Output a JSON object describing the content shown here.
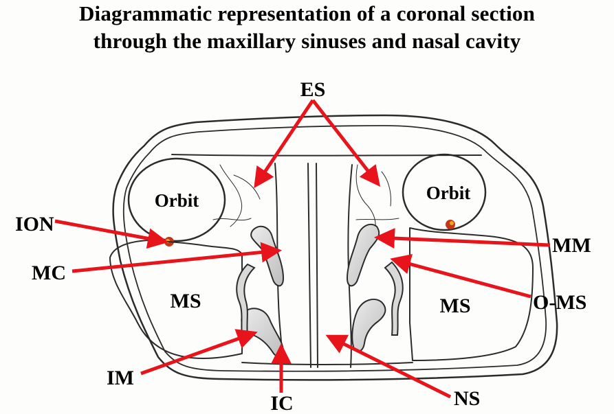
{
  "title_line1": "Diagrammatic representation of a coronal section",
  "title_line2": "through the maxillary sinuses and nasal cavity",
  "labels": {
    "orbit_left": "Orbit",
    "orbit_right": "Orbit",
    "es": "ES",
    "ion": "ION",
    "mc": "MC",
    "ms_left": "MS",
    "ms_right": "MS",
    "mm": "MM",
    "oms": "O-MS",
    "im": "IM",
    "ic": "IC",
    "ns": "NS"
  },
  "colors": {
    "arrow": "#e8141b",
    "sketch": "#2b2b2b",
    "nerve": "#c0381a",
    "mucosa": "#9a9a9a"
  }
}
